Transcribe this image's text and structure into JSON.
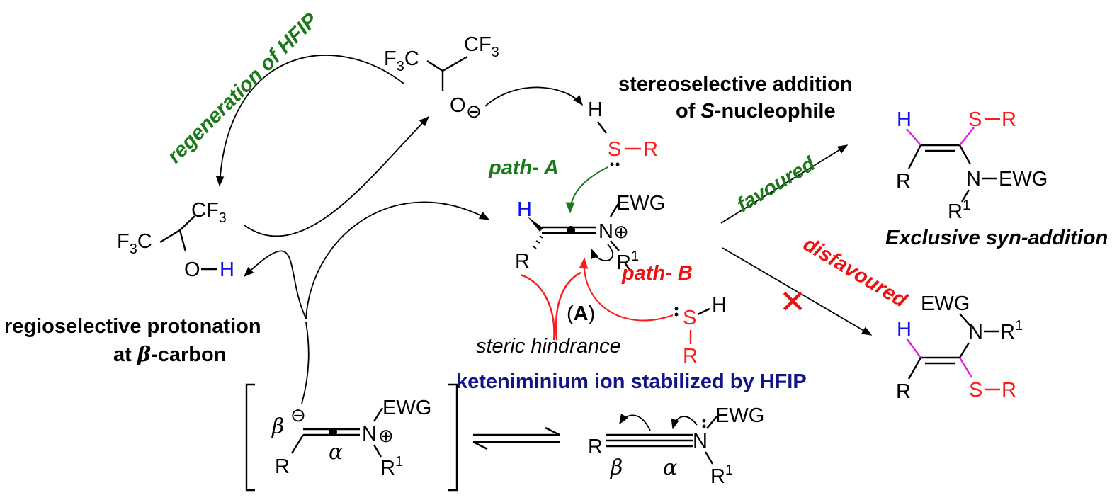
{
  "labels": {
    "regeneration": "regeneration of HFIP",
    "stereo_line1": "stereoselective addition",
    "stereo_line2_pre": "of ",
    "stereo_line2_italic": "S",
    "stereo_line2_post": "-nucleophile",
    "path_a": "path- A",
    "path_b": "path- B",
    "favoured": "favoured",
    "disfavoured": "disfavoured",
    "exclusive": "Exclusive syn-addition",
    "regio_line1": "regioselective protonation",
    "regio_line2_pre": "at ",
    "regio_line2_beta": "β",
    "regio_line2_post": "-carbon",
    "steric": "steric hindrance",
    "keteniminium": "keteniminium ion stabilized by HFIP",
    "intermediate_a": "A"
  },
  "atoms": {
    "F3C": "F",
    "three": "3",
    "C": "C",
    "CF": "CF",
    "O": "O",
    "H": "H",
    "S": "S",
    "R": "R",
    "N": "N",
    "EWG": "EWG",
    "R1_base": "R",
    "one": "1",
    "alpha": "α",
    "beta": "β",
    "minus": "⊖",
    "plus": "⊕",
    "cross": "✕"
  },
  "colors": {
    "green": "#1a7a1a",
    "red": "#ee1111",
    "blue": "#1010e0",
    "magenta": "#e020e0",
    "navy": "#14148a"
  }
}
